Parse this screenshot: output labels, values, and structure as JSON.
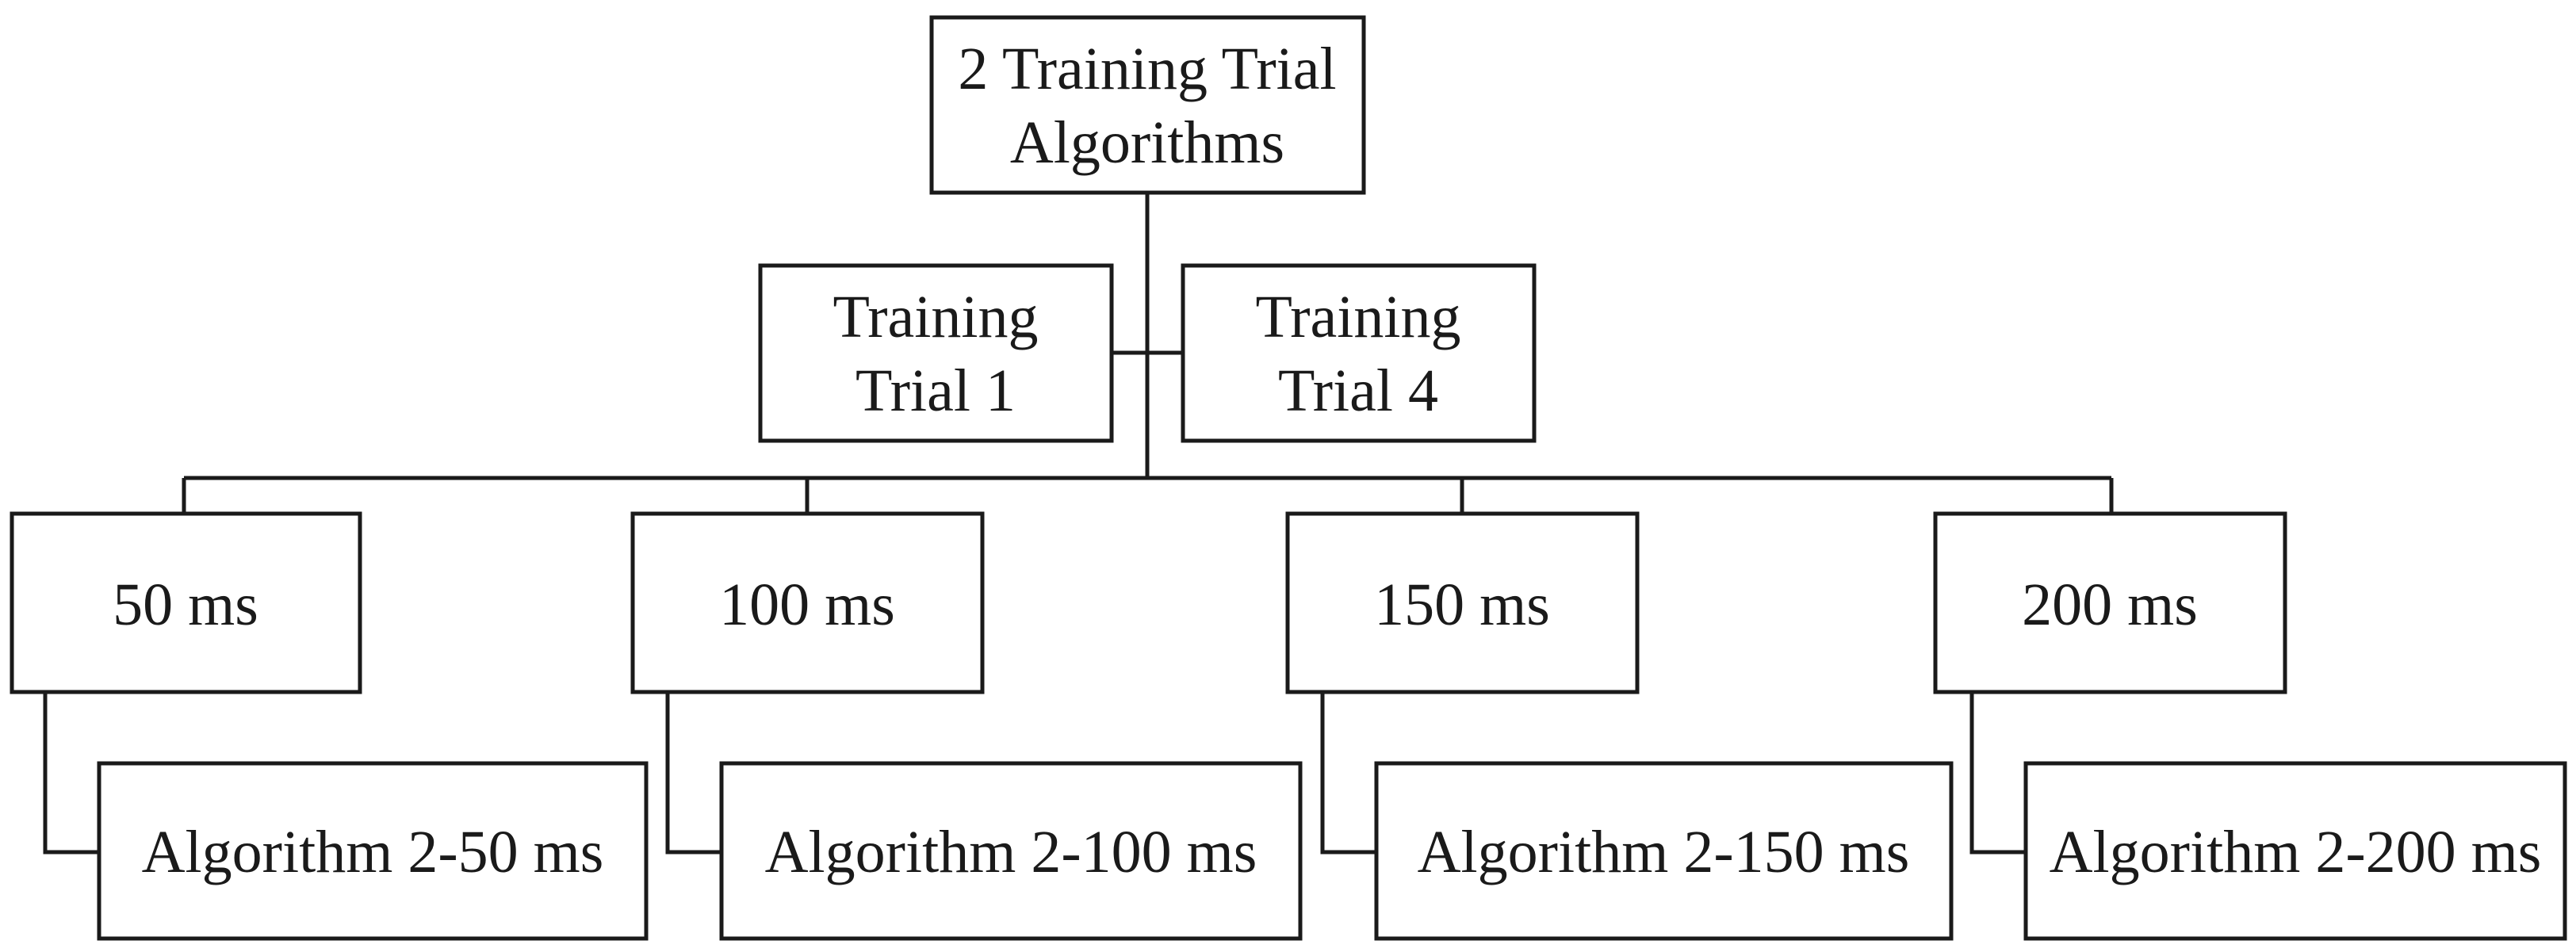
{
  "diagram": {
    "root": {
      "line1": "2 Training Trial",
      "line2": "Algorithms"
    },
    "trials": [
      {
        "line1": "Training",
        "line2": "Trial 1"
      },
      {
        "line1": "Training",
        "line2": "Trial 4"
      }
    ],
    "intervals": [
      {
        "label": "50 ms",
        "algorithm": "Algorithm 2-50 ms"
      },
      {
        "label": "100 ms",
        "algorithm": "Algorithm 2-100 ms"
      },
      {
        "label": "150 ms",
        "algorithm": "Algorithm 2-150 ms"
      },
      {
        "label": "200 ms",
        "algorithm": "Algorithm 2-200 ms"
      }
    ]
  }
}
